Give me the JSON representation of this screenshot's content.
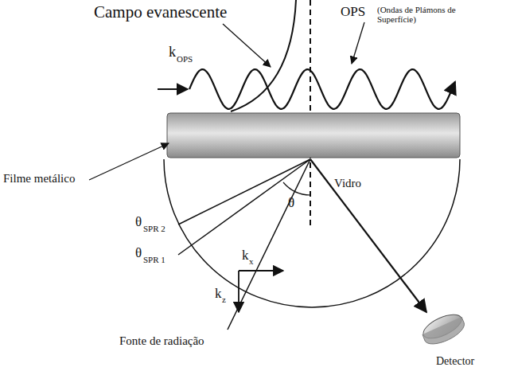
{
  "diagram": {
    "labels": [
      "Campo evanescente",
      "OPS",
      "(Ondas de Plámons de Superfície)",
      "k",
      "OPS",
      "Filme metálico",
      "Vidro",
      "θ",
      "k",
      "x",
      "k",
      "z",
      "θ",
      "SPR 2",
      "θ",
      "SPR 1",
      "Fonte de radiação",
      "Detector"
    ]
  }
}
